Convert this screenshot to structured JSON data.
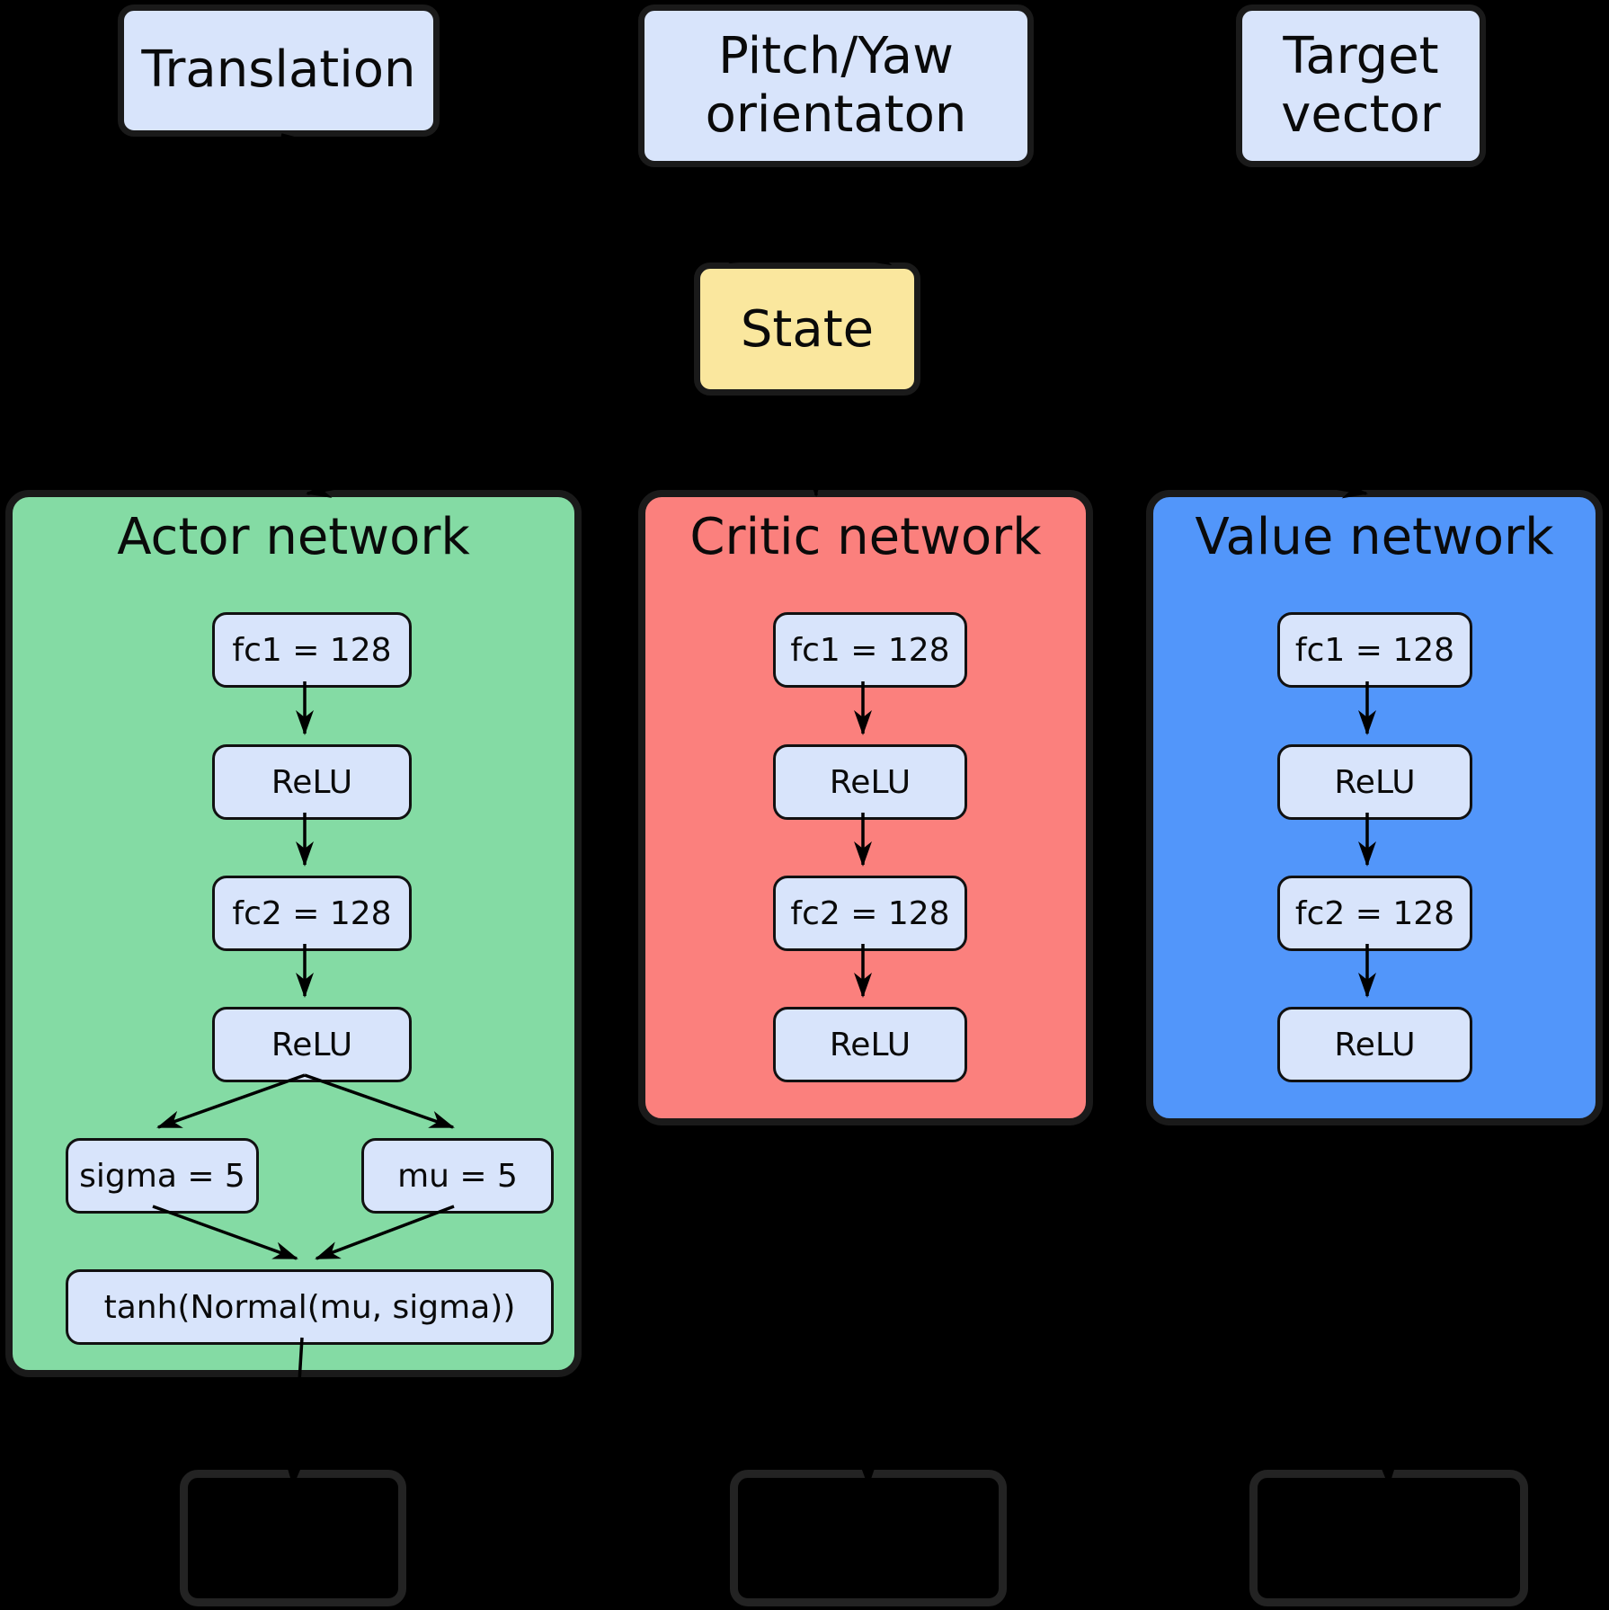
{
  "inputs": {
    "translation": {
      "label": "Translation"
    },
    "pitch_yaw": {
      "label_line1": "Pitch/Yaw",
      "label_line2": "orientaton"
    },
    "target_vector": {
      "label_line1": "Target",
      "label_line2": "vector"
    }
  },
  "state": {
    "label": "State"
  },
  "panels": {
    "actor": {
      "title": "Actor network",
      "nodes": {
        "fc1": "fc1 = 128",
        "relu1": "ReLU",
        "fc2": "fc2 = 128",
        "relu2": "ReLU",
        "sigma": "sigma = 5",
        "mu": "mu = 5",
        "tanh": "tanh(Normal(mu, sigma))"
      }
    },
    "critic": {
      "title": "Critic network",
      "nodes": {
        "fc1": "fc1 = 128",
        "relu1": "ReLU",
        "fc2": "fc2 = 128",
        "relu2": "ReLU"
      }
    },
    "value": {
      "title": "Value network",
      "nodes": {
        "fc1": "fc1 = 128",
        "relu1": "ReLU",
        "fc2": "fc2 = 128",
        "relu2": "ReLU"
      }
    }
  },
  "colors": {
    "bg": "#000000",
    "text": "#0a0a0a",
    "green": "#84dba4",
    "red": "#fb807d",
    "blue": "#5296fa",
    "node": "#d8e4fb",
    "state": "#fae79e",
    "border": "#1a1a1a",
    "node_border": "#111111",
    "bottom_border": "#232323"
  }
}
